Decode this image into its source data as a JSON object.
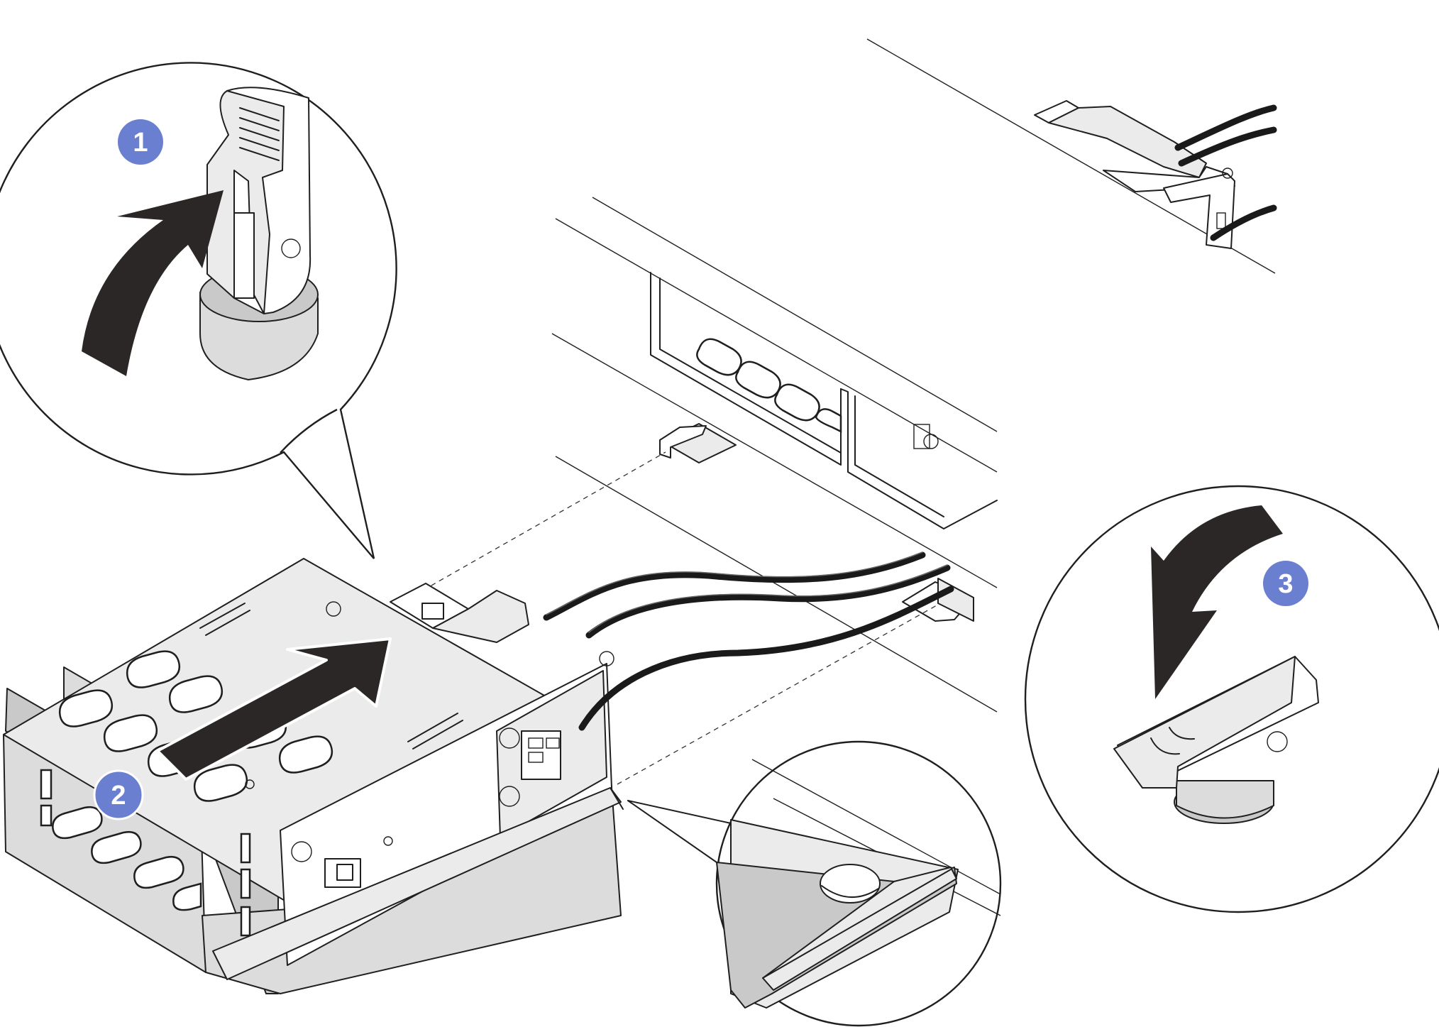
{
  "steps": [
    {
      "number": "1",
      "color": "#6a7fd0"
    },
    {
      "number": "2",
      "color": "#6a7fd0"
    },
    {
      "number": "3",
      "color": "#6a7fd0"
    }
  ],
  "icons": {
    "step1": "rotate-up-arrow-icon",
    "step2": "slide-in-arrow-icon",
    "step3": "rotate-down-arrow-icon"
  }
}
